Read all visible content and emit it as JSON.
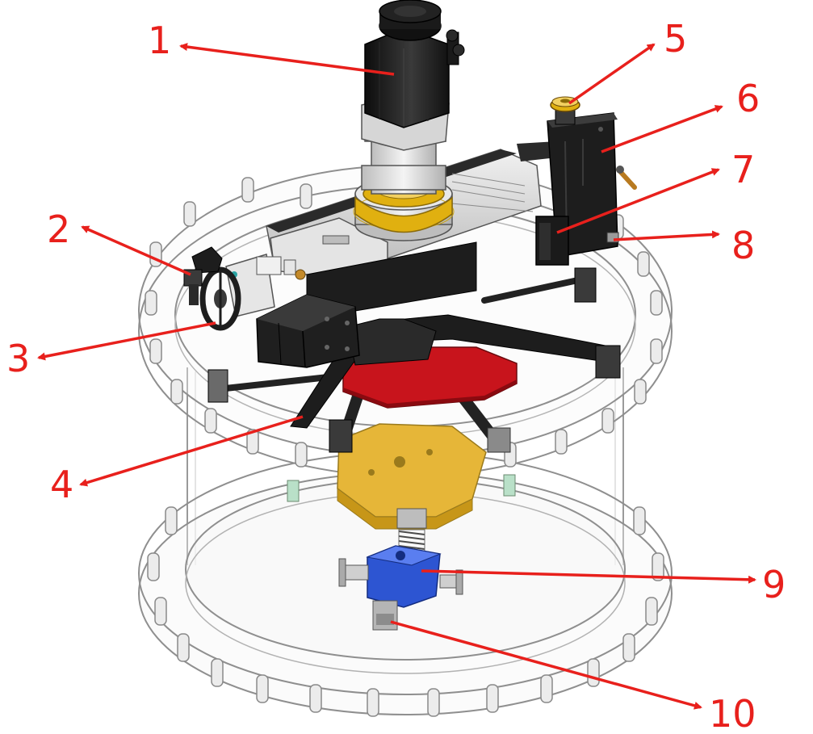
{
  "colors": {
    "callout": "#e8201c",
    "motor": "#1b1b1b",
    "metal_light": "#d9d9d9",
    "metal_mid": "#a8a8a8",
    "gold": "#e0b010",
    "red_hub": "#c8141c",
    "yellow_plate": "#e6b638",
    "blue_block": "#2d55d2",
    "acrylic": "#9a9a9a",
    "post_fill": "#e9e9e9"
  },
  "callouts": [
    {
      "id": "1",
      "label": "1"
    },
    {
      "id": "2",
      "label": "2"
    },
    {
      "id": "3",
      "label": "3"
    },
    {
      "id": "4",
      "label": "4"
    },
    {
      "id": "5",
      "label": "5"
    },
    {
      "id": "6",
      "label": "6"
    },
    {
      "id": "7",
      "label": "7"
    },
    {
      "id": "8",
      "label": "8"
    },
    {
      "id": "9",
      "label": "9"
    },
    {
      "id": "10",
      "label": "10"
    }
  ]
}
